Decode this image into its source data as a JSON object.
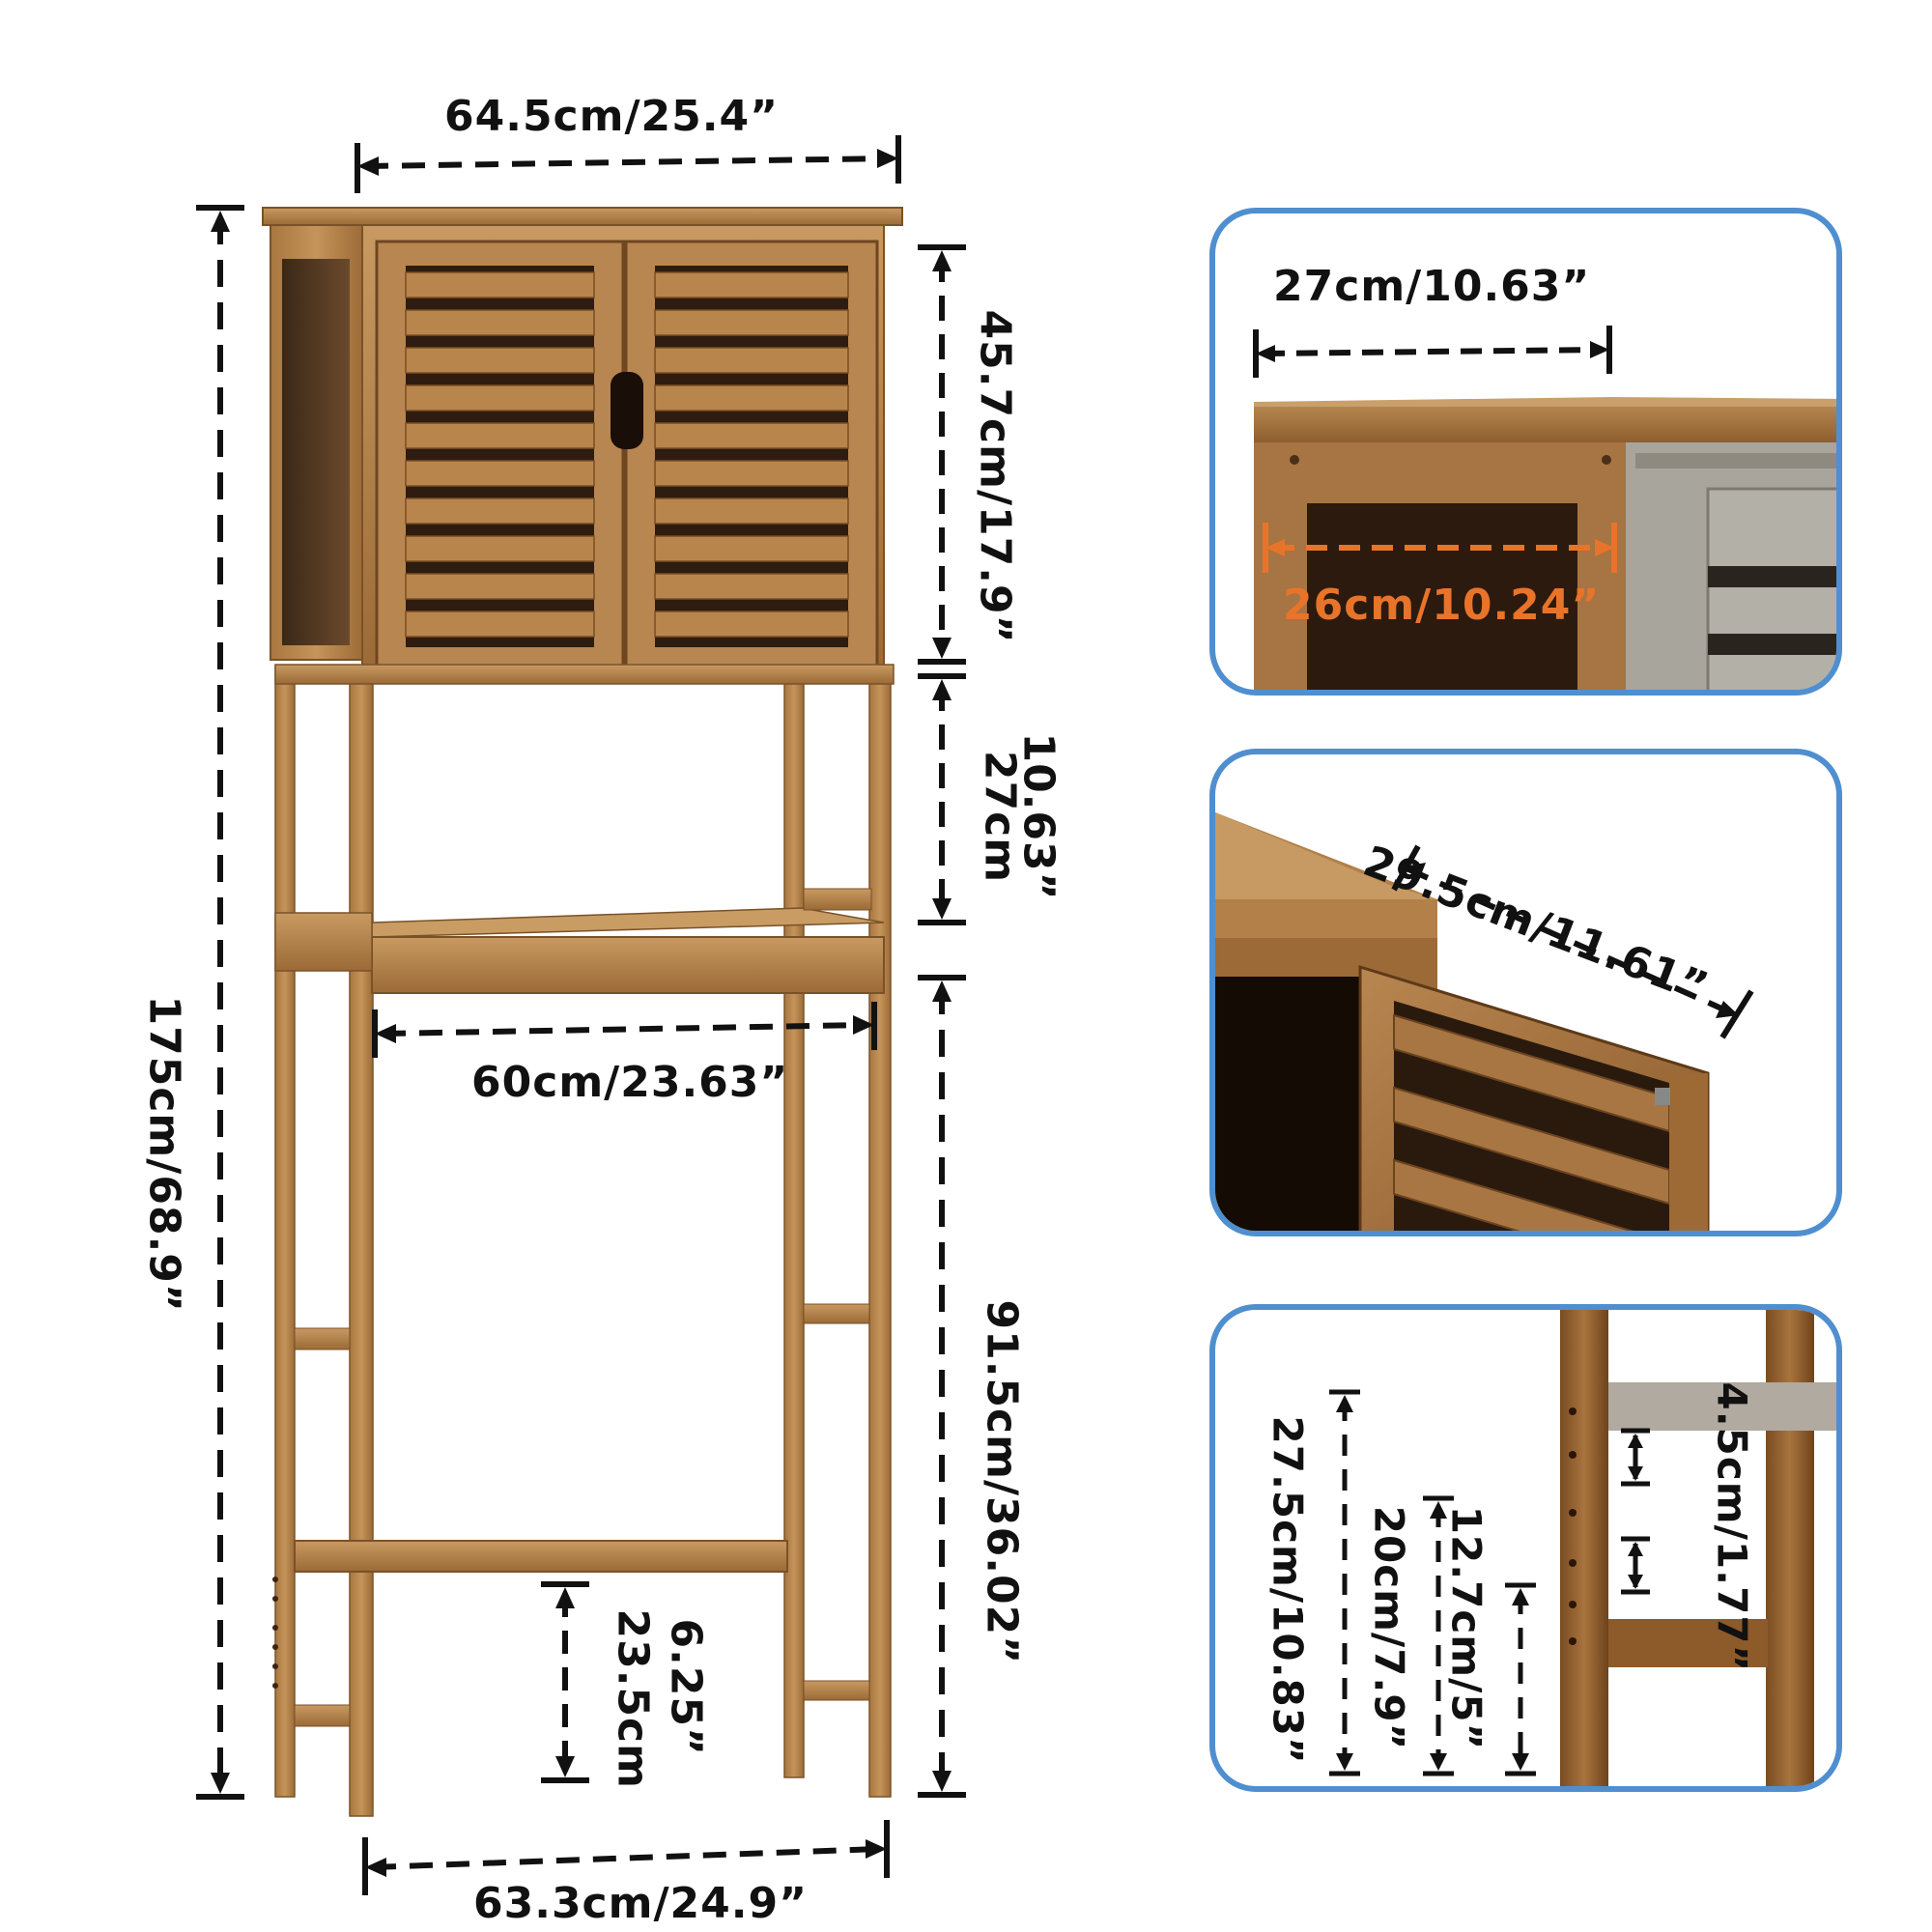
{
  "main": {
    "top_width": "64.5cm/25.4”",
    "total_height": "175cm/68.9”",
    "cabinet_height": "45.7cm/17.9”",
    "shelf_gap_in": "10.63”",
    "shelf_gap_cm": "27cm",
    "shelf_width": "60cm/23.63”",
    "bottom_height": "91.5cm/36.02”",
    "stretcher_in": "6.25”",
    "stretcher_cm": "23.5cm",
    "base_width": "63.3cm/24.9”"
  },
  "detail_1": {
    "depth": "27cm/10.63”",
    "inner_depth": "26cm/10.24”",
    "accent_color": "#e8742a"
  },
  "detail_2": {
    "door_width": "29.5cm/11.61”"
  },
  "detail_3": {
    "spacing": "4.5cm/1.77”",
    "height_a": "27.5cm/10.83”",
    "height_b": "20cm/7.9”",
    "height_c": "12.7cm/5”"
  },
  "colors": {
    "wood_light": "#b8874f",
    "wood_mid": "#9a6a36",
    "wood_dark": "#3a2414",
    "panel_border": "#4f8fd0"
  }
}
